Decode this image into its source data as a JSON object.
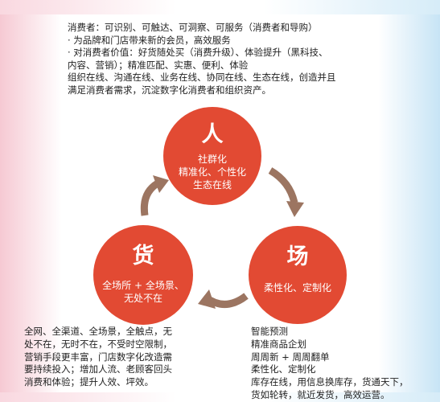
{
  "top_text": [
    "消费者：可识别、可触达、可洞察、可服务（消费者和导购）",
    "· 为品牌和门店带来新的会员，高效服务",
    "· 对消费者价值：好货随处买（消费升级）、体验提升（黑科技、",
    "内容、营销）；精准匹配、实惠、便利、体验",
    "组织在线、沟通在线、业务在线、协同在线、生态在线，创造并且",
    "满足消费者需求，沉淀数字化消费者和组织资产。"
  ],
  "ren": {
    "title": "人",
    "lines": [
      "社群化",
      "精准化、个性化",
      "生态在线"
    ]
  },
  "huo": {
    "title": "货",
    "lines": [
      "全场所 + 全场景、",
      "无处不在"
    ]
  },
  "chang": {
    "title": "场",
    "lines": [
      "柔性化、定制化"
    ]
  },
  "bottom_left": [
    "全网、全渠道、全场景，全触点，无",
    "处不在，无时不在，不受时空限制，",
    "营销手段更丰富，门店数字化改造需",
    "要持续投入；增加人流、老顾客回头",
    "消费和体验；提升人效、坪效。"
  ],
  "bottom_right": [
    "智能预测",
    "精准商品企划",
    "周周新 + 周周翻单",
    "柔性化、定制化",
    "库存在线，用信息换库存，货通天下，",
    "货如轮转，就近发货，高效运营。"
  ],
  "colors": {
    "circle": "#e24a33",
    "arrow": "#9c7561"
  }
}
